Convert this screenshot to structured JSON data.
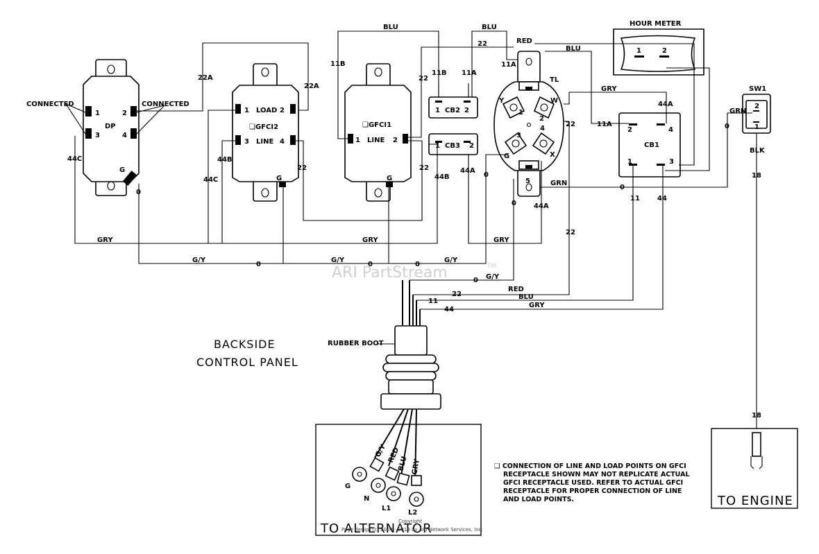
{
  "title": [
    "BACKSIDE",
    "CONTROL PANEL"
  ],
  "components": {
    "dp": "DP",
    "gfci2": "❑GFCI2",
    "gfci1": "❑GFCI1",
    "cb1": "CB1",
    "cb2": "CB2",
    "cb3": "CB3",
    "tl": "TL",
    "hour_meter": "HOUR METER",
    "sw1": "SW1",
    "rubber_boot": "RUBBER BOOT",
    "to_engine": "TO ENGINE",
    "to_alternator": "TO ALTERNATOR"
  },
  "terminal_words": {
    "load": "LOAD",
    "line": "LINE",
    "connected": "CONNECTED"
  },
  "wire_colors": {
    "blu": "BLU",
    "red": "RED",
    "gry": "GRY",
    "grn": "GRN",
    "blk": "BLK",
    "gy": "G/Y"
  },
  "wire_numbers": {
    "w22a": "22A",
    "w11b": "11B",
    "w22": "22",
    "w11a": "11A",
    "w44a": "44A",
    "w44b": "44B",
    "w44c": "44C",
    "w0": "0",
    "w11": "11",
    "w44": "44",
    "w18": "18"
  },
  "pins": {
    "p1": "1",
    "p2": "2",
    "p3": "3",
    "p4": "4",
    "p5": "5",
    "g": "G",
    "y": "Y",
    "w": "W",
    "x": "X"
  },
  "alternator_leads": [
    "G",
    "N",
    "L1",
    "L2"
  ],
  "note": [
    "❑ CONNECTION OF LINE AND LOAD POINTS ON GFCI",
    "RECEPTACLE SHOWN MAY NOT REPLICATE ACTUAL",
    "GFCI RECEPTACLE USED. REFER TO ACTUAL GFCI",
    "RECEPTACLE FOR PROPER CONNECTION OF LINE",
    "AND LOAD POINTS."
  ],
  "watermark": "ARI PartStream",
  "watermark_tm": "TM",
  "copyright": [
    "Copyright",
    "Page design (c) 2004 - 2019 by ARI Network Services, Inc."
  ]
}
